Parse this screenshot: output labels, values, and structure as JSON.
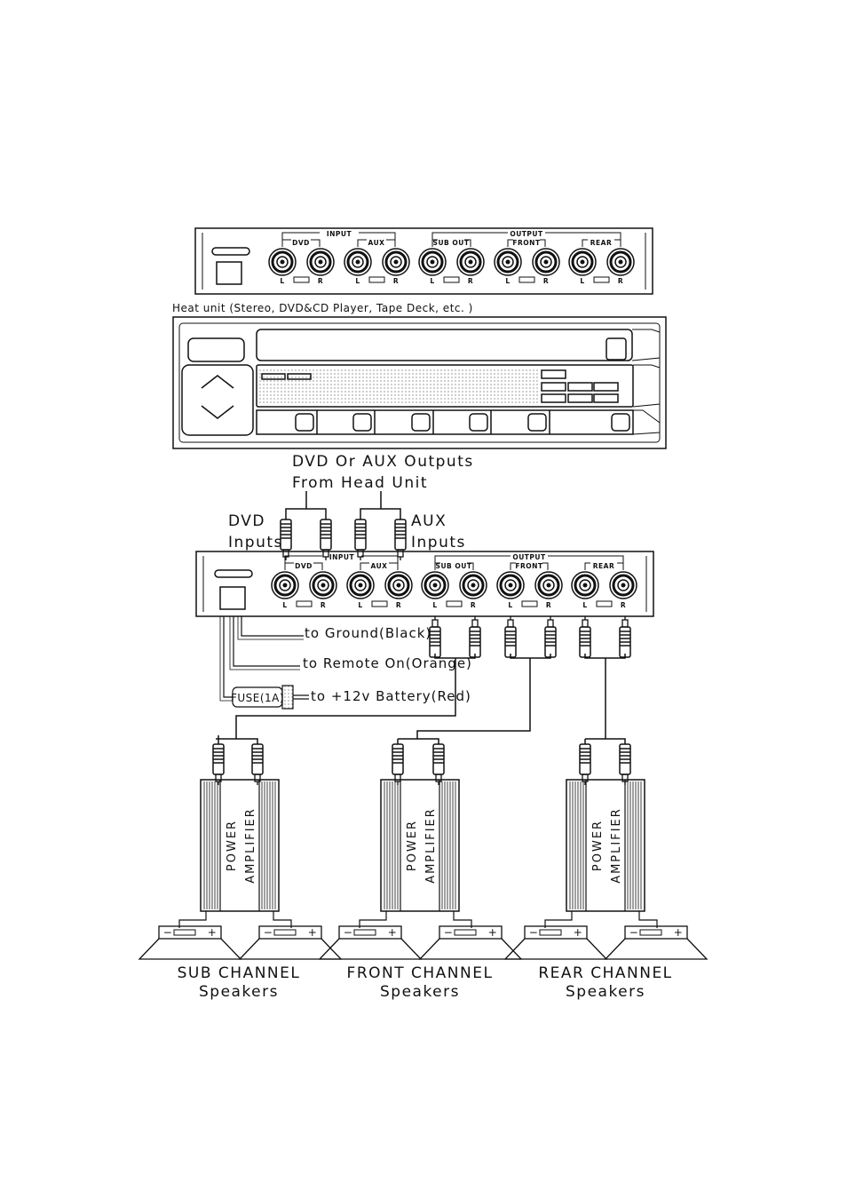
{
  "head_unit_label": "Heat unit (Stereo, DVD&CD Player, Tape Deck, etc. )",
  "source_label_line1": "DVD Or AUX Outputs",
  "source_label_line2": "From Head Unit",
  "dvd_inputs_line1": "DVD",
  "dvd_inputs_line2": "Inputs",
  "aux_inputs_line1": "AUX",
  "aux_inputs_line2": "Inputs",
  "panel": {
    "input": "INPUT",
    "output": "OUTPUT",
    "dvd": "DVD",
    "aux": "AUX",
    "sub_out": "SUB OUT",
    "front": "FRONT",
    "rear": "REAR",
    "left": "L",
    "right": "R"
  },
  "wiring": {
    "ground": "to Ground(Black)",
    "remote": "to Remote On(Orange)",
    "battery": "to +12v Battery(Red)",
    "fuse": "FUSE(1A)"
  },
  "amplifier": {
    "line1": "POWER",
    "line2": "AMPLIFIER"
  },
  "speaker_terminals": {
    "minus": "−",
    "plus": "+"
  },
  "channels": [
    {
      "name": "SUB CHANNEL",
      "sub": "Speakers"
    },
    {
      "name": "FRONT CHANNEL",
      "sub": "Speakers"
    },
    {
      "name": "REAR CHANNEL",
      "sub": "Speakers"
    }
  ]
}
